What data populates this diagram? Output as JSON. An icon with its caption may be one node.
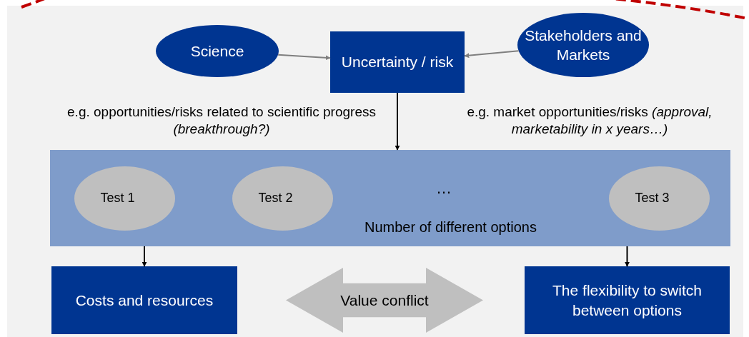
{
  "diagram": {
    "nodes": [
      {
        "text": [
          "Science"
        ]
      },
      {
        "text": [
          "Uncertainty / risk"
        ]
      },
      {
        "text": [
          "Stakeholders and Markets"
        ]
      },
      {
        "text": [
          "…",
          "Number of different options"
        ]
      },
      {
        "text": [
          "Test 1"
        ],
        "in": 3
      },
      {
        "text": [
          "Test 2"
        ],
        "in": 3
      },
      {
        "text": [
          "Test 3"
        ],
        "in": 3
      },
      {
        "text": [
          "Costs and resources"
        ]
      },
      {
        "text": [
          "The flexibility to switch between options"
        ]
      },
      {
        "text": [
          "Value conflict"
        ]
      }
    ],
    "edges": [
      {
        "from": 0,
        "to": 1,
        "arrow": "to",
        "color": "#7f7f7f"
      },
      {
        "from": 2,
        "to": 1,
        "arrow": "to",
        "color": "#7f7f7f"
      },
      {
        "from": 1,
        "to": 3,
        "arrow": "to"
      },
      {
        "from": 3,
        "to": 7,
        "arrow": "to"
      },
      {
        "from": 3,
        "to": 8,
        "arrow": "to"
      }
    ],
    "labels": [
      "e.g. opportunities/risks related to scientific progress *(breakthrough?)*",
      "e.g. market opportunities/risks *(approval, marketability in x years…)*"
    ]
  }
}
